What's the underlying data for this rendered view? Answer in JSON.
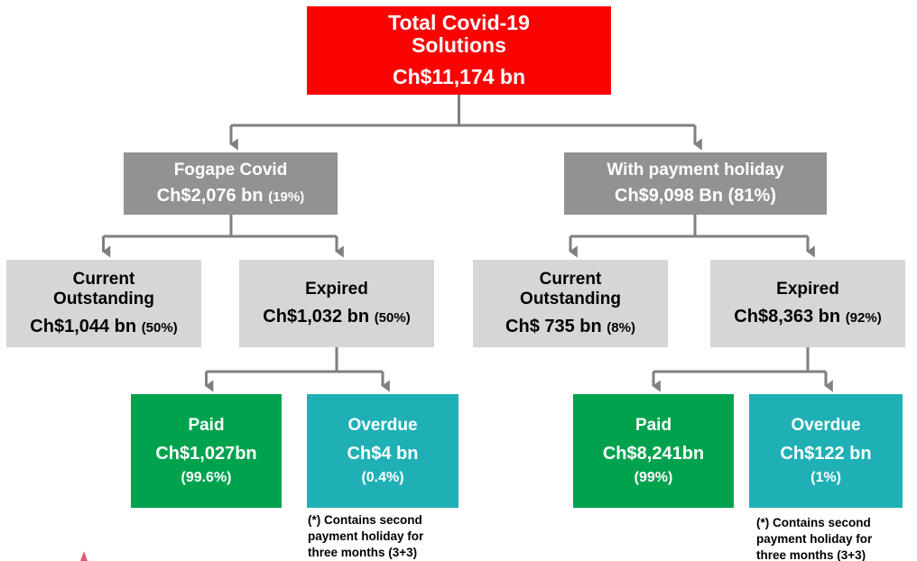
{
  "colors": {
    "red": "#FA0303",
    "dark_gray": "#929292",
    "light_gray": "#D6D6D6",
    "green": "#00A24E",
    "teal": "#1FB0B6",
    "connector": "#7F7F7F",
    "logo_red": "#D6415B"
  },
  "tree": {
    "root": {
      "title_line1": "Total Covid-19",
      "title_line2": "Solutions",
      "amount": "Ch$11,174 bn"
    },
    "branches": [
      {
        "node": {
          "label": "Fogape Covid",
          "amount": "Ch$2,076 bn",
          "pct": "(19%)"
        },
        "children": [
          {
            "label_line1": "Current",
            "label_line2": "Outstanding",
            "amount": "Ch$1,044 bn",
            "pct": "(50%)"
          },
          {
            "label": "Expired",
            "amount": "Ch$1,032 bn",
            "pct": "(50%)"
          }
        ],
        "leaves": [
          {
            "label": "Paid",
            "amount": "Ch$1,027bn",
            "pct": "(99.6%)"
          },
          {
            "label": "Overdue",
            "amount": "Ch$4 bn",
            "pct": "(0.4%)"
          }
        ],
        "footnote": "(*) Contains second payment holiday for three months (3+3)"
      },
      {
        "node": {
          "label": "With payment holiday",
          "amount": "Ch$9,098 Bn",
          "pct": "(81%)"
        },
        "children": [
          {
            "label_line1": "Current",
            "label_line2": "Outstanding",
            "amount": "Ch$ 735 bn",
            "pct": "(8%)"
          },
          {
            "label": "Expired",
            "amount": "Ch$8,363 bn",
            "pct": "(92%)"
          }
        ],
        "leaves": [
          {
            "label": "Paid",
            "amount": "Ch$8,241bn",
            "pct": "(99%)"
          },
          {
            "label": "Overdue",
            "amount": "Ch$122 bn",
            "pct": "(1%)"
          }
        ],
        "footnote": "(*) Contains second payment holiday for three months (3+3)"
      }
    ]
  }
}
